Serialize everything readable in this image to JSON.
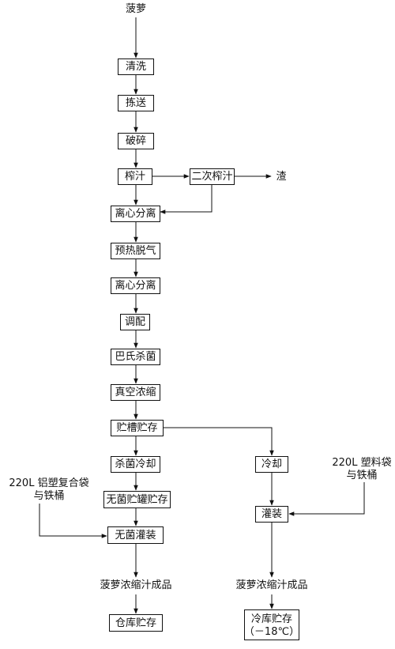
{
  "start": "菠萝",
  "steps": {
    "wash": "清洗",
    "sort": "拣送",
    "crush": "破碎",
    "press": "榨汁",
    "second_press": "二次榨汁",
    "residue": "渣",
    "centrifuge1": "离心分离",
    "preheat": "预热脱气",
    "centrifuge2": "离心分离",
    "blend": "调配",
    "pasteurize": "巴氏杀菌",
    "vacuum": "真空浓缩",
    "tank": "贮槽贮存",
    "sterile_cool": "杀菌冷却",
    "aseptic_tank": "无菌贮罐贮存",
    "aseptic_fill": "无菌灌装",
    "cool": "冷却",
    "fill": "灌装",
    "product_left": "菠萝浓缩汁成品",
    "warehouse": "仓库贮存",
    "product_right": "菠萝浓缩汁成品",
    "cold_storage_line1": "冷库贮存",
    "cold_storage_line2": "（－18℃）"
  },
  "inputs": {
    "left_line1": "220L 铝塑复合袋",
    "left_line2": "与铁桶",
    "right_line1": "220L 塑料袋",
    "right_line2": "与铁桶"
  }
}
